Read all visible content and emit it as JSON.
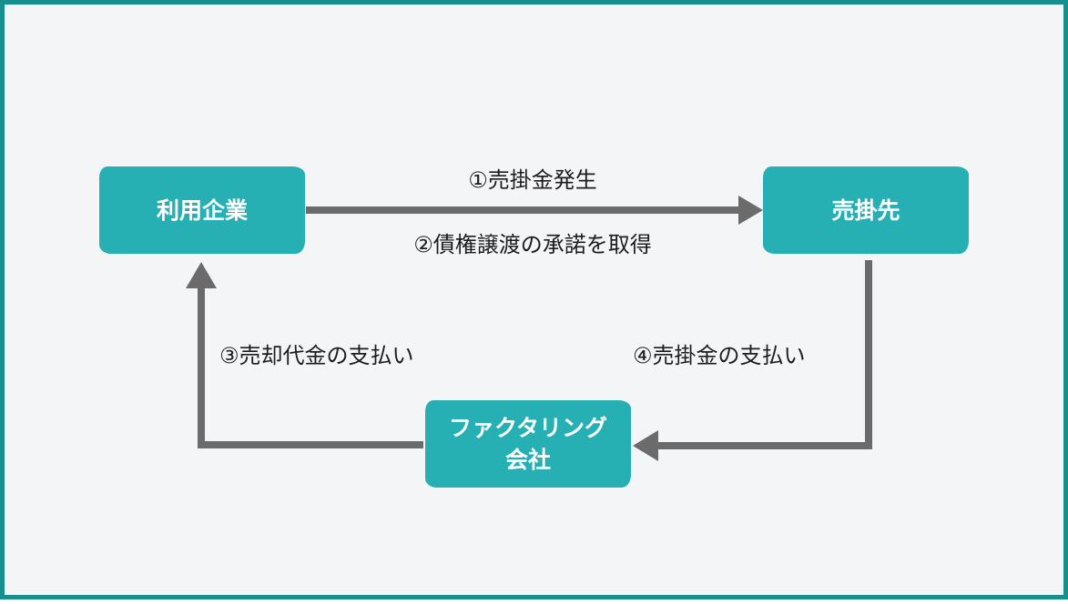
{
  "nodes": {
    "user_company": "利用企業",
    "buyer": "売掛先",
    "factoring_company_line1": "ファクタリング",
    "factoring_company_line2": "会社"
  },
  "flows": {
    "step1": "①売掛金発生",
    "step2": "②債権譲渡の承諾を取得",
    "step3": "③売却代金の支払い",
    "step4": "④売掛金の支払い"
  },
  "colors": {
    "frame_border": "#17908d",
    "background": "#f4f5f7",
    "node_fill": "#27b0b3",
    "node_text": "#ffffff",
    "arrow": "#6b6b6b",
    "label_text": "#1d1d1d"
  }
}
